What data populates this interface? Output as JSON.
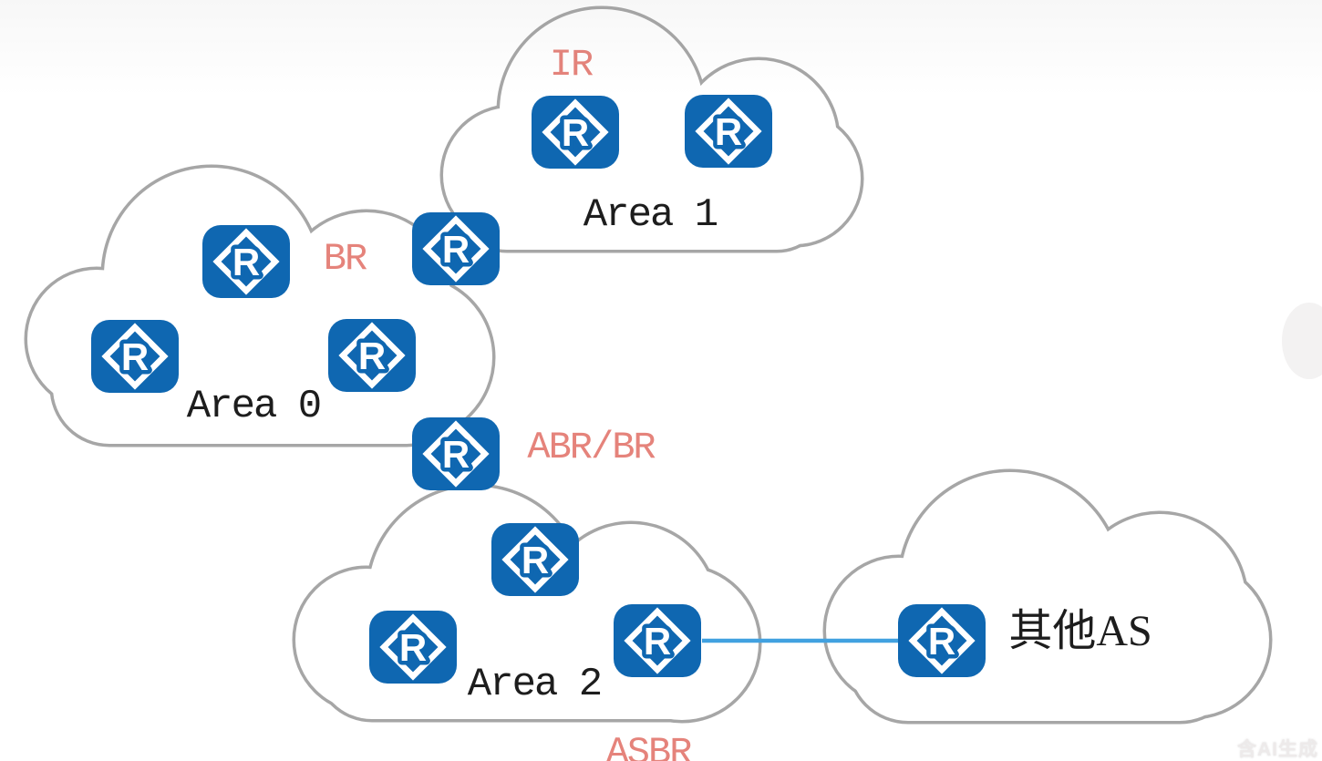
{
  "areas": {
    "area1": {
      "name": "Area 1"
    },
    "area0": {
      "name": "Area 0"
    },
    "area2": {
      "name": "Area 2"
    },
    "other_as": {
      "name": "其他AS"
    }
  },
  "role_labels": {
    "ir": "IR",
    "br": "BR",
    "abr_br": "ABR/BR",
    "asbr": "ASBR"
  },
  "icons": {
    "router_glyph": "R"
  },
  "colors": {
    "router_blue": "#0f67b1",
    "link_blue": "#41a1e0",
    "cloud_stroke": "#a6a6a6",
    "role_label_red": "#e5837b",
    "area_label_black": "#1d1d1d"
  },
  "watermark": {
    "text": "含AI生成"
  }
}
